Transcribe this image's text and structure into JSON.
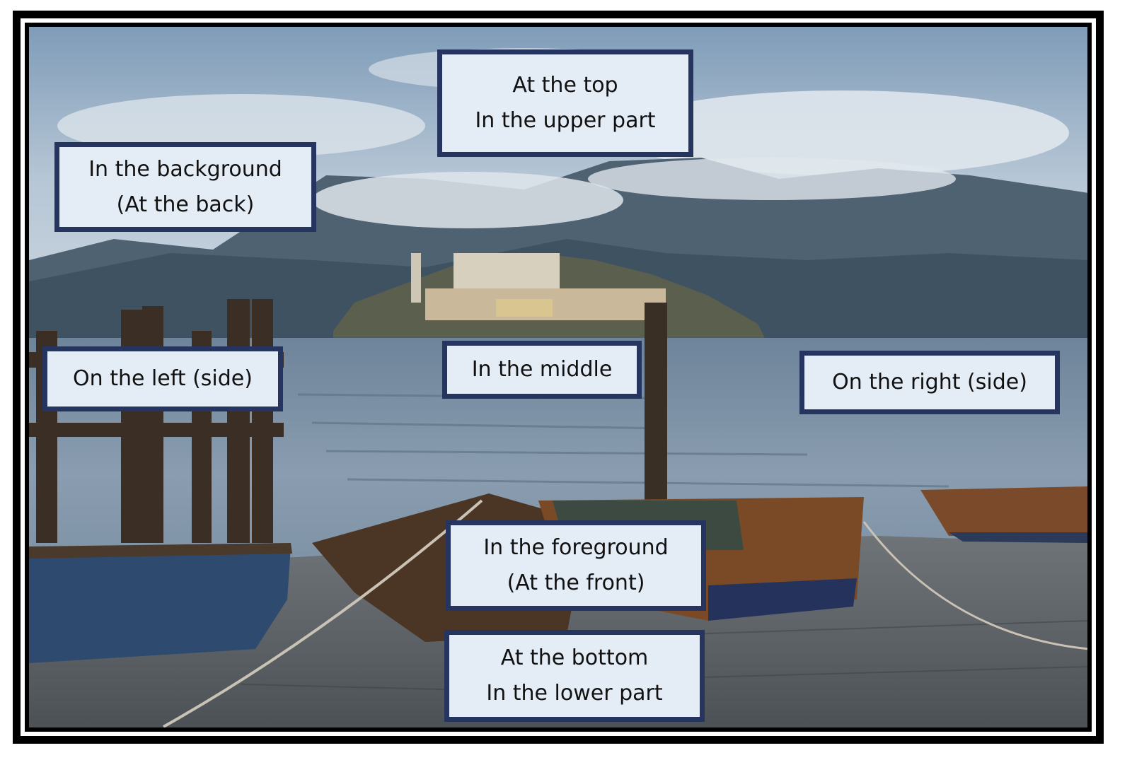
{
  "watermark_text": "",
  "colors": {
    "label_background": "#e4ecf6",
    "label_border": "#26355f",
    "frame": "#000000"
  },
  "labels": {
    "top": {
      "line1": "At the top",
      "line2": "In the upper part"
    },
    "background": {
      "line1": "In the background",
      "line2": "(At the back)"
    },
    "left": {
      "line1": "On the left (side)"
    },
    "middle": {
      "line1": "In the middle"
    },
    "right": {
      "line1": "On the right (side)"
    },
    "foreground": {
      "line1": "In the foreground",
      "line2": "(At the front)"
    },
    "bottom": {
      "line1": "At the bottom",
      "line2": "In the lower part"
    }
  }
}
